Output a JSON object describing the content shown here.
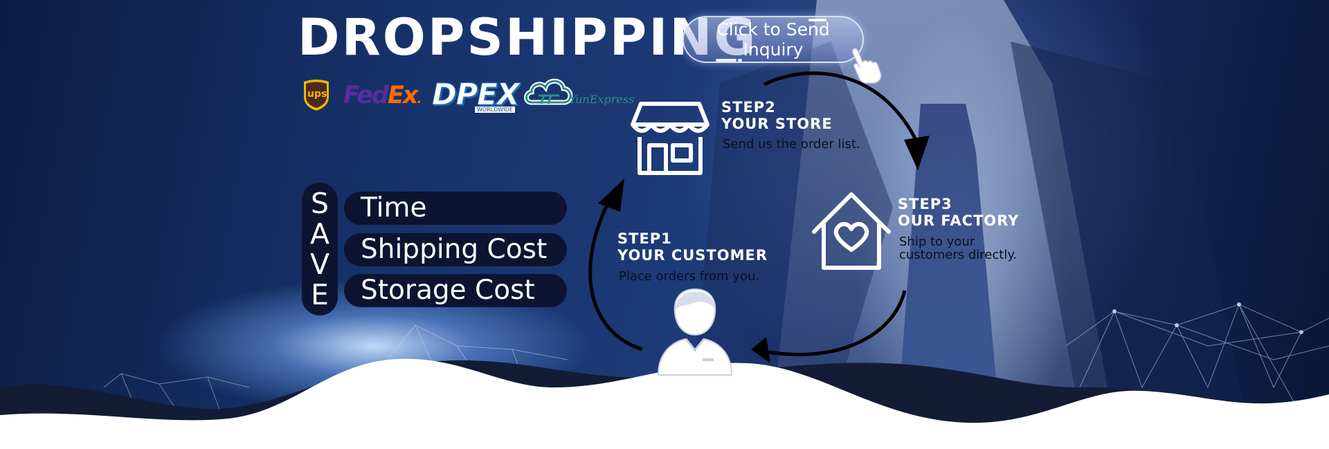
{
  "banner": {
    "title": "DROPSHIPPING",
    "inquiry_button": "Click to Send Inquiry"
  },
  "carriers": {
    "ups": "ups",
    "fedex_fed": "Fed",
    "fedex_ex": "Ex",
    "fedex_dot": ".",
    "dpex": "DPEX",
    "dpex_sub": "WORLDWIDE",
    "yun": "YunExpress"
  },
  "save": {
    "letters": [
      "S",
      "A",
      "V",
      "E"
    ],
    "items": [
      "Time",
      "Shipping Cost",
      "Storage Cost"
    ]
  },
  "steps": [
    {
      "number": "STEP1",
      "title": "YOUR CUSTOMER",
      "desc_lines": [
        "Place orders from you."
      ],
      "icon": "customer-icon"
    },
    {
      "number": "STEP2",
      "title": "YOUR STORE",
      "desc_lines": [
        "Send us the order list."
      ],
      "icon": "store-icon"
    },
    {
      "number": "STEP3",
      "title": "OUR FACTORY",
      "desc_lines": [
        "Ship to your",
        "customers directly."
      ],
      "icon": "factory-heart-icon"
    }
  ],
  "colors": {
    "navy_pill": "#0c1432",
    "accent_text": "#ffffff",
    "desc_text": "#0a0f1e",
    "fedex_purple": "#5b2c9a",
    "fedex_orange": "#ff6a00",
    "ups_gold": "#f7b500",
    "ups_brown": "#4a2b1a"
  }
}
